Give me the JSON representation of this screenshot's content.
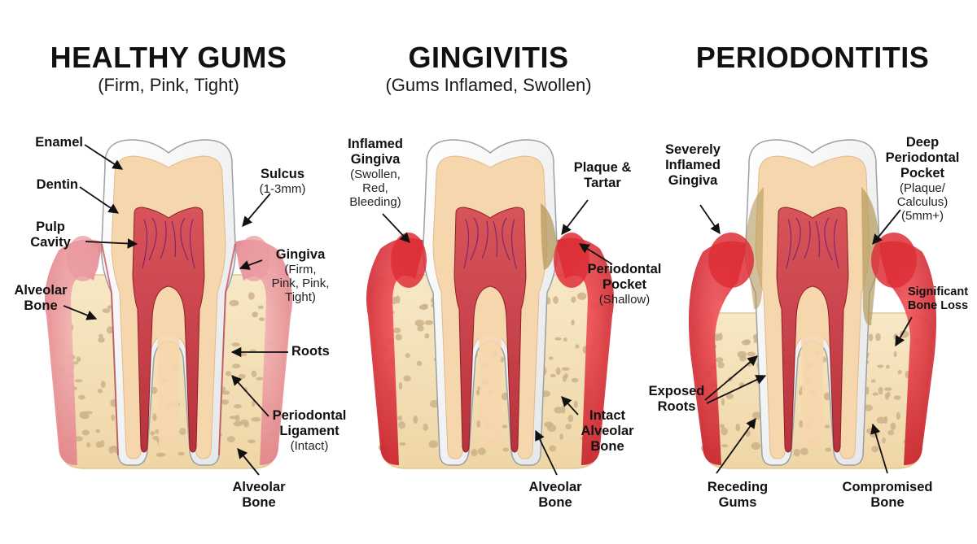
{
  "panels": [
    {
      "title": "HEALTHY GUMS",
      "subtitle": "(Firm, Pink, Tight)",
      "labels": {
        "enamel": "Enamel",
        "dentin": "Dentin",
        "pulp_1": "Pulp",
        "pulp_2": "Cavity",
        "alveolar_1": "Alveolar",
        "alveolar_2": "Bone",
        "sulcus": "Sulcus",
        "sulcus_note": "(1-3mm)",
        "gingiva": "Gingiva",
        "gingiva_note_1": "(Firm,",
        "gingiva_note_2": "Pink, Pink,",
        "gingiva_note_3": "Tight)",
        "roots": "Roots",
        "pdl_1": "Periodontal",
        "pdl_2": "Ligament",
        "pdl_note": "(Intact)",
        "bottom_bone_1": "Alveolar",
        "bottom_bone_2": "Bone"
      }
    },
    {
      "title": "GINGIVITIS",
      "subtitle": "(Gums Inflamed, Swollen)",
      "labels": {
        "inflamed_1": "Inflamed",
        "inflamed_2": "Gingiva",
        "inflamed_note_1": "(Swollen,",
        "inflamed_note_2": "Red,",
        "inflamed_note_3": "Bleeding)",
        "plaque_1": "Plaque &",
        "plaque_2": "Tartar",
        "pocket_1": "Periodontal",
        "pocket_2": "Pocket",
        "pocket_note": "(Shallow)",
        "intact_1": "Intact",
        "intact_2": "Alveolar",
        "intact_3": "Bone",
        "bottom_bone_1": "Alveolar",
        "bottom_bone_2": "Bone"
      }
    },
    {
      "title": "PERIODONTITIS",
      "subtitle": "",
      "labels": {
        "severe_1": "Severely",
        "severe_2": "Inflamed",
        "severe_3": "Gingiva",
        "deep_1": "Deep",
        "deep_2": "Periodontal",
        "deep_3": "Pocket",
        "deep_note_1": "(Plaque/",
        "deep_note_2": "Calculus)",
        "deep_note_3": "(5mm+)",
        "sig_1": "Significant",
        "sig_2": "Bone Loss",
        "exposed_1": "Exposed",
        "exposed_2": "Roots",
        "receding_1": "Receding",
        "receding_2": "Gums",
        "compromised_1": "Compromised",
        "compromised_2": "Bone"
      }
    }
  ],
  "colors": {
    "enamel": "#f7f7f2",
    "dentin": "#f6d6ad",
    "pulp": "#c9414a",
    "gum_healthy": "#ea9aa0",
    "gum_inflamed": "#de2e36",
    "bone": "#f5e3bd",
    "bone_pore": "#cdb28a",
    "tartar": "#b59a5c"
  },
  "icons": [
    "leader-arrow"
  ]
}
